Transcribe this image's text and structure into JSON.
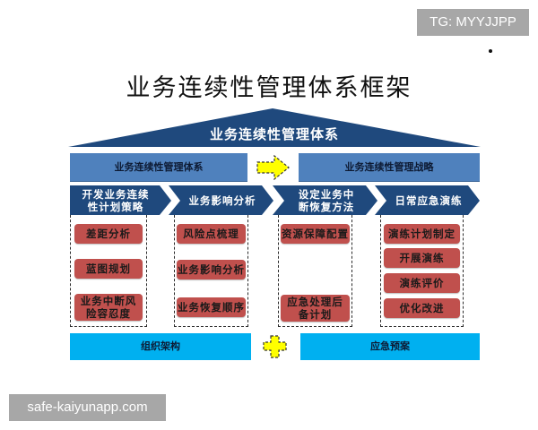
{
  "watermarks": {
    "top_right": "TG: MYYJJPP",
    "bottom_left": "safe-kaiyunapp.com"
  },
  "title": "业务连续性管理体系框架",
  "roof": {
    "label": "业务连续性管理体系",
    "color": "#1f497d"
  },
  "top_row": {
    "left_label": "业务连续性管理体系",
    "right_label": "业务连续性管理战略",
    "connector_icon": "arrow-right-icon",
    "bar_color": "#4f81bd",
    "connector_color": "#ffff00"
  },
  "columns": [
    {
      "header": "开发业务连续性计划策略",
      "header_lines": [
        "开发业务连续",
        "性计划策略"
      ],
      "items": [
        {
          "label": "差距分析"
        },
        {
          "label": "蓝图规划"
        },
        {
          "label": "业务中断风险容忍度",
          "lines": [
            "业务中断风",
            "险容忍度"
          ]
        }
      ]
    },
    {
      "header": "业务影响分析",
      "header_lines": [
        "业务影响分析"
      ],
      "items": [
        {
          "label": "风险点梳理"
        },
        {
          "label": "业务影响分析"
        },
        {
          "label": "业务恢复顺序"
        }
      ]
    },
    {
      "header": "设定业务中断恢复方法",
      "header_lines": [
        "设定业务中",
        "断恢复方法"
      ],
      "items": [
        {
          "label": "资源保障配置"
        },
        {
          "label": "应急处理后备计划",
          "lines": [
            "应急处理后",
            "备计划"
          ]
        }
      ]
    },
    {
      "header": "日常应急演练",
      "header_lines": [
        "日常应急演练"
      ],
      "items": [
        {
          "label": "演练计划制定"
        },
        {
          "label": "开展演练"
        },
        {
          "label": "演练评价"
        },
        {
          "label": "优化改进"
        }
      ]
    }
  ],
  "bottom_row": {
    "left_label": "组织架构",
    "right_label": "应急预案",
    "connector_icon": "plus-icon",
    "bar_color": "#00b0f0"
  },
  "colors": {
    "header_navy": "#1f497d",
    "item_red": "#c0504d"
  }
}
